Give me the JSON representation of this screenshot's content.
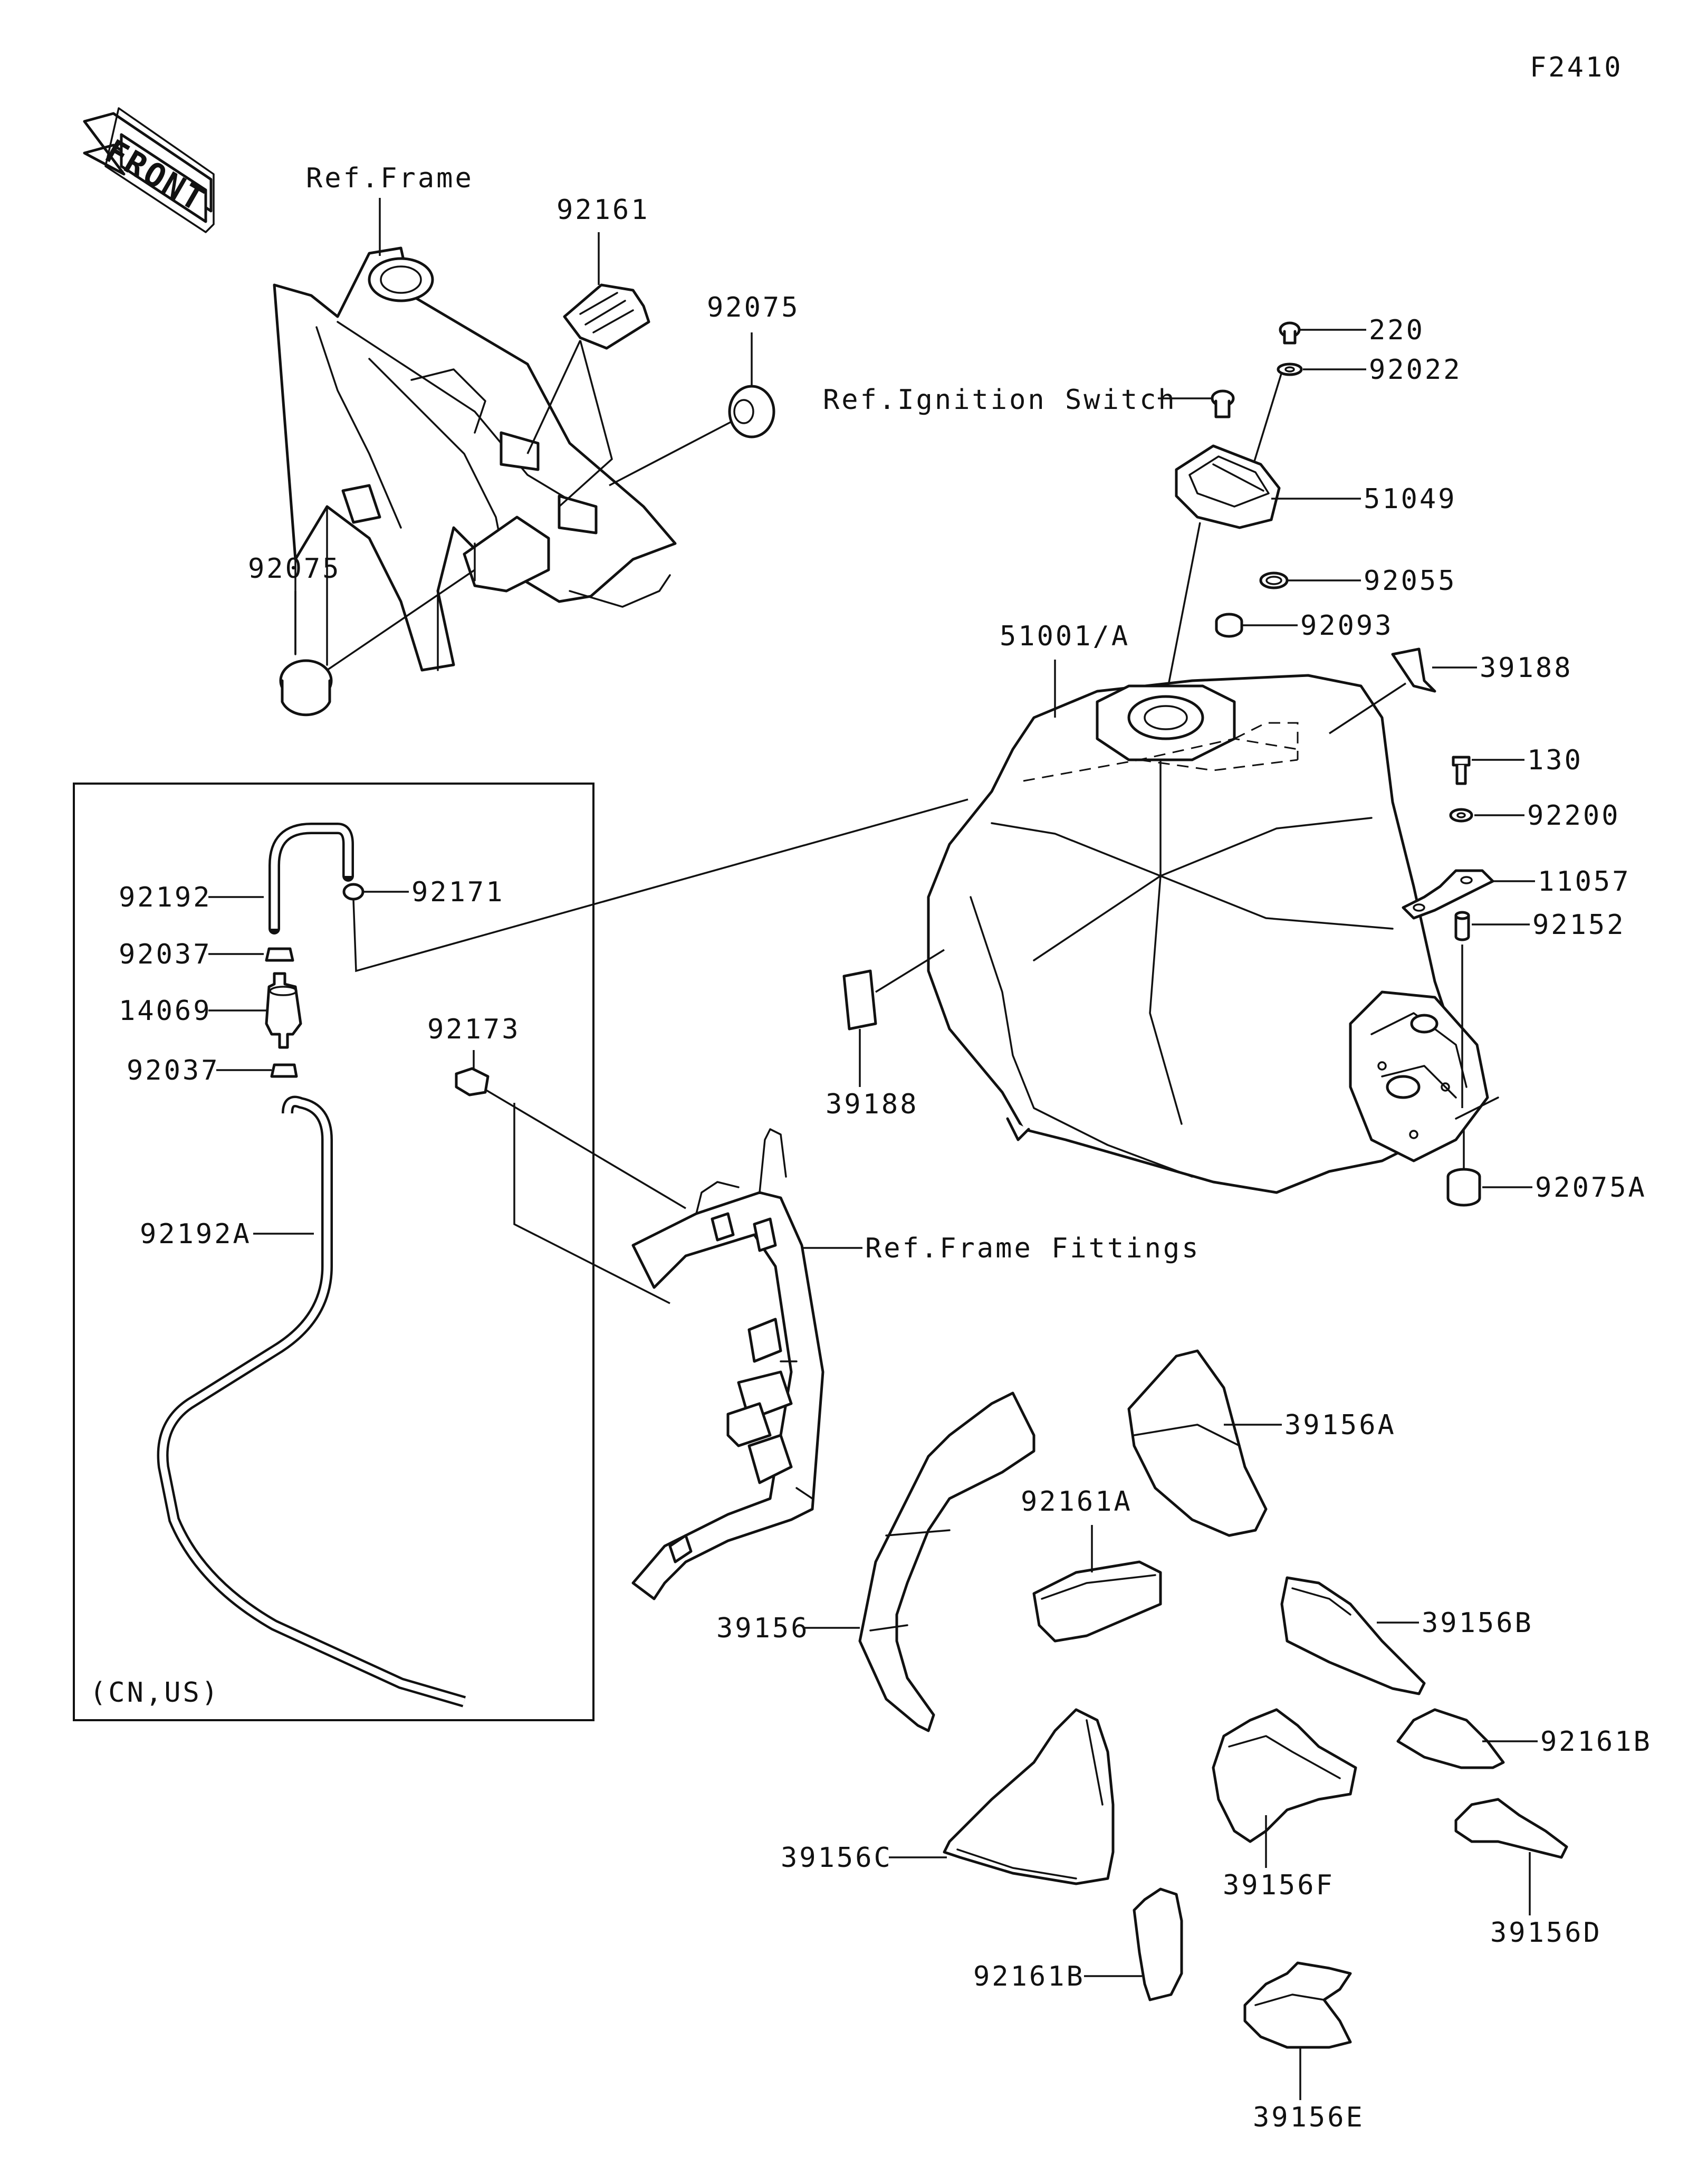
{
  "figure_code": "F2410",
  "front_label": "FRONT",
  "region_note": "(CN,US)",
  "refs": {
    "frame": "Ref.Frame",
    "ignition_switch": "Ref.Ignition Switch",
    "frame_fittings": "Ref.Frame Fittings"
  },
  "parts": {
    "p92161": "92161",
    "p92075_top": "92075",
    "p92075_left": "92075",
    "p220": "220",
    "p92022": "92022",
    "p51049": "51049",
    "p92055": "92055",
    "p92093": "92093",
    "p51001": "51001/A",
    "p39188_top": "39188",
    "p39188_left": "39188",
    "p130": "130",
    "p92200": "92200",
    "p11057": "11057",
    "p92152": "92152",
    "p92075A": "92075A",
    "p92192": "92192",
    "p92171": "92171",
    "p92037_top": "92037",
    "p14069": "14069",
    "p92037_bot": "92037",
    "p92192A": "92192A",
    "p92173": "92173",
    "p39156": "39156",
    "p39156A": "39156A",
    "p92161A": "92161A",
    "p39156B": "39156B",
    "p92161B_right": "92161B",
    "p39156C": "39156C",
    "p39156F": "39156F",
    "p39156D": "39156D",
    "p92161B_left": "92161B",
    "p39156E": "39156E"
  }
}
